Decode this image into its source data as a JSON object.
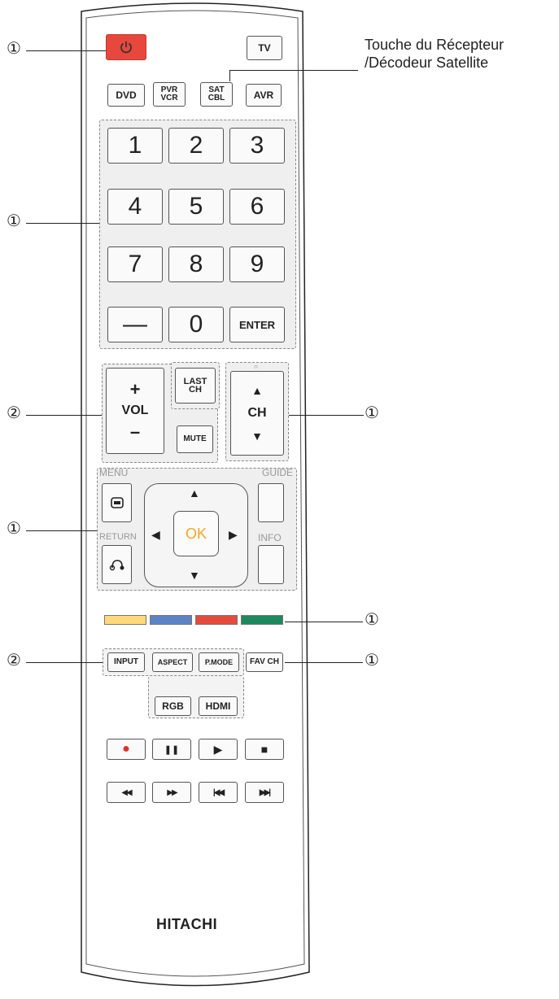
{
  "annotation": {
    "line1": "Touche du Récepteur",
    "line2": "/Décodeur Satellite"
  },
  "callouts": {
    "power": "①",
    "numpad": "①",
    "volume": "②",
    "channel": "①",
    "navigation": "①",
    "color_keys": "①",
    "input_group": "②",
    "fav_ch": "①"
  },
  "source_keys": {
    "tv": "TV",
    "dvd": "DVD",
    "pvr_vcr_line1": "PVR",
    "pvr_vcr_line2": "VCR",
    "sat_cbl_line1": "SAT",
    "sat_cbl_line2": "CBL",
    "avr": "AVR"
  },
  "numpad": [
    "1",
    "2",
    "3",
    "4",
    "5",
    "6",
    "7",
    "8",
    "9",
    "—",
    "0",
    "ENTER"
  ],
  "volume": {
    "plus": "+",
    "label": "VOL",
    "minus": "–"
  },
  "last_ch": {
    "line1": "LAST",
    "line2": "CH"
  },
  "mute": "MUTE",
  "channel": {
    "up": "▲",
    "label": "CH",
    "down": "▼",
    "dot": "○"
  },
  "navigation": {
    "menu": "MENU",
    "guide": "GUIDE",
    "return": "RETURN",
    "info": "INFO",
    "ok": "OK",
    "up": "▲",
    "down": "▼",
    "left": "◀",
    "right": "▶"
  },
  "color_keys": {
    "yellow": "#fed97a",
    "blue": "#5c84c4",
    "red": "#e54b3c",
    "green": "#1c8a5e"
  },
  "colors": {
    "power": "#e8473d",
    "ok_text": "#f5a623"
  },
  "function_keys": {
    "input": "INPUT",
    "aspect": "ASPECT",
    "pmode": "P.MODE",
    "fav_ch": "FAV CH",
    "rgb": "RGB",
    "hdmi": "HDMI"
  },
  "transport": {
    "record": "●",
    "pause": "❚❚",
    "play": "▶",
    "stop": "■",
    "rewind": "◀◀",
    "fast_forward": "▶▶",
    "prev": "|◀◀",
    "next": "▶▶|"
  },
  "brand": "HITACHI"
}
